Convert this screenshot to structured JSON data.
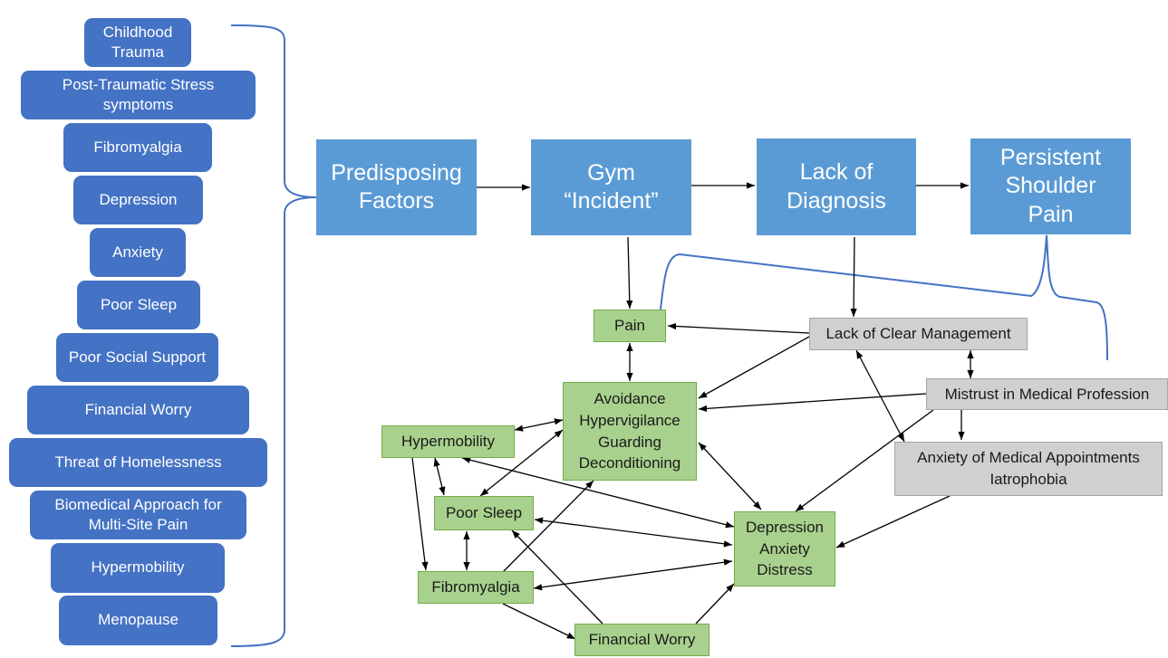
{
  "predisposing_list": [
    "Childhood\nTrauma",
    "Post-Traumatic Stress\nsymptoms",
    "Fibromyalgia",
    "Depression",
    "Anxiety",
    "Poor Sleep",
    "Poor Social Support",
    "Financial Worry",
    "Threat of Homelessness",
    "Biomedical Approach for\nMulti-Site Pain",
    "Hypermobility",
    "Menopause"
  ],
  "stages": [
    "Predisposing\nFactors",
    "Gym\n“Incident”",
    "Lack of\nDiagnosis",
    "Persistent\nShoulder\nPain"
  ],
  "factors": {
    "pain": "Pain",
    "avoidance": "Avoidance\nHypervigilance\nGuarding\nDeconditioning",
    "hypermobility": "Hypermobility",
    "poor_sleep": "Poor Sleep",
    "fibromyalgia": "Fibromyalgia",
    "financial_worry": "Financial Worry",
    "depression": "Depression\nAnxiety\nDistress"
  },
  "medical_factors": {
    "lack_management": "Lack of Clear Management",
    "mistrust": "Mistrust in Medical Profession",
    "anxiety_appointments": "Anxiety of Medical Appointments\nIatrophobia"
  },
  "colors": {
    "left_box": "#4472c4",
    "stage_box": "#5b9bd5",
    "factor_box": "#a9d18e",
    "factor_border": "#70ad47",
    "medical_box": "#d0d0d0",
    "bracket": "#4472c4",
    "arrow": "#000000"
  }
}
